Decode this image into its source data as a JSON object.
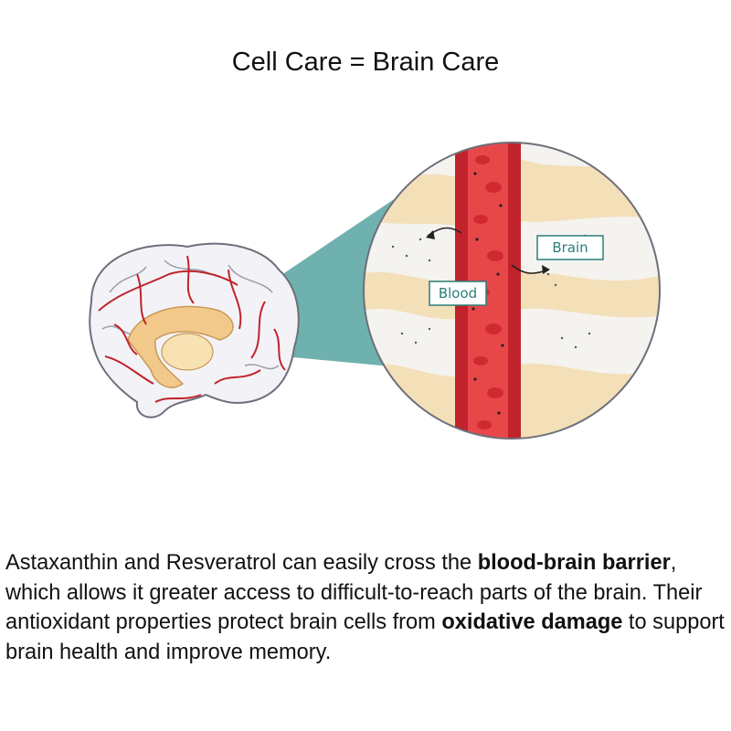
{
  "title": "Cell Care = Brain Care",
  "labels": {
    "brain": "Brain",
    "blood": "Blood"
  },
  "description": {
    "p1": "Astaxanthin and Resveratrol can easily cross the ",
    "b1": "blood-brain barrier",
    "p2": ", which allows it greater access to difficult-to-reach parts of the brain. Their antioxidant properties protect brain cells from ",
    "b2": "oxidative damage",
    "p3": " to support brain health and improve memory."
  },
  "colors": {
    "vessel": "#c0232b",
    "blood_lumen": "#e8474a",
    "magnifier_cone": "#5fa8a5",
    "cell_tissue": "#f3dfb8",
    "brain_fill": "#f4f4f7",
    "label_text": "#2a7f7a"
  }
}
